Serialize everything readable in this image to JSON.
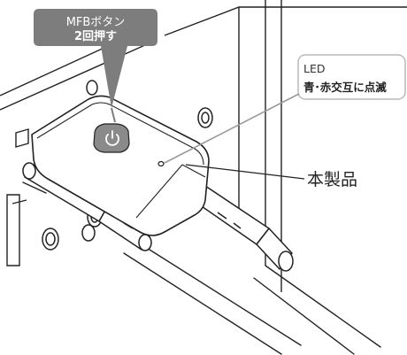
{
  "callouts": {
    "mfb": {
      "line1": "MFBボタン",
      "line2": "2回押す"
    },
    "led": {
      "line1": "LED",
      "line2": "青･赤交互に点滅"
    },
    "product": {
      "label": "本製品"
    }
  },
  "colors": {
    "callout_gray": "#7d7d7d",
    "led_box_border": "#b9b9b9",
    "leader_line_gray": "#999999",
    "outline": "#222222",
    "button_fill": "#8a8a8a"
  },
  "icons": {
    "power_button": "power-icon"
  }
}
